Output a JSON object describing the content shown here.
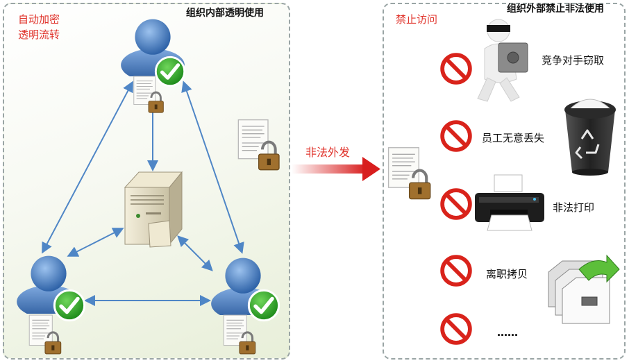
{
  "left_panel": {
    "title": "组织内部透明使用",
    "feature_line1": "自动加密",
    "feature_line2": "透明流转"
  },
  "arrow_label": "非法外发",
  "right_panel": {
    "title": "组织外部禁止非法使用",
    "forbidden_label": "禁止访问",
    "risks": [
      {
        "label": "竞争对手窃取",
        "icon": "thief-carrying-safe-icon"
      },
      {
        "label": "员工无意丢失",
        "icon": "recycle-bin-icon"
      },
      {
        "label": "非法打印",
        "icon": "printer-icon"
      },
      {
        "label": "离职拷贝",
        "icon": "copy-files-icon"
      },
      {
        "label": "……",
        "icon": "prohibited-icon"
      }
    ]
  },
  "colors": {
    "user_blue": "#4a7fc0",
    "check_green": "#2e9e2a",
    "prohibit_red": "#d9231b",
    "link_arrow": "#4f86c6",
    "external_arrow": "#d81e1e",
    "accent_text": "#e0332b"
  }
}
